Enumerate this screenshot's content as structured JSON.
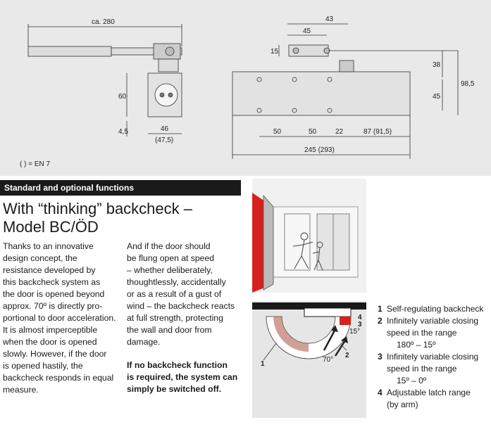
{
  "drawing": {
    "dimensions": {
      "ca280": "ca. 280",
      "d43": "43",
      "d45_top": "45",
      "d15": "15",
      "d38": "38",
      "d98_5": "98,5",
      "d45_right": "45",
      "d60": "60",
      "d4_5": "4,5",
      "d46": "46",
      "d47_5": "(47,5)",
      "d50a": "50",
      "d50b": "50",
      "d22": "22",
      "d87": "87 (91,5)",
      "d245": "245 (293)"
    },
    "note": "( ) = EN 7"
  },
  "section": {
    "bar_label": "Standard and optional functions",
    "heading_line1": "With “thinking” backcheck –",
    "heading_line2": "Model BC/ÖD"
  },
  "body": {
    "col1": [
      "Thanks to an innovative",
      "design concept, the",
      "resistance developed by",
      "this backcheck system as",
      "the door is opened beyond",
      "approx. 70º is directly pro-",
      "portional to door acceleration.",
      "It is almost imperceptible",
      "when the door is opened",
      "slowly. However, if the door",
      "is opened hastily, the",
      "backcheck responds in equal",
      "measure."
    ],
    "col2": [
      "And if the door should",
      "be flung open at speed",
      "– whether deliberately,",
      "thoughtlessly, accidentally",
      "or as a result of a gust of",
      "wind – the backcheck reacts",
      "at full strength, protecting",
      "the wall and door from",
      "damage."
    ],
    "col2_bold": [
      "If no backcheck function",
      "is required, the system can",
      "simply be switched off."
    ]
  },
  "diagram_labels": {
    "l1": "1",
    "l2": "2",
    "l3": "3",
    "l4": "4",
    "deg70": "70°",
    "deg15": "15°"
  },
  "features": [
    {
      "num": "1",
      "lines": [
        "Self-regulating backcheck"
      ]
    },
    {
      "num": "2",
      "lines": [
        "Infinitely variable closing",
        "speed in the range",
        "180º – 15º"
      ]
    },
    {
      "num": "3",
      "lines": [
        "Infinitely variable closing",
        "speed in the range",
        "15º – 0º"
      ]
    },
    {
      "num": "4",
      "lines": [
        "Adjustable latch range",
        "(by arm)"
      ]
    }
  ]
}
